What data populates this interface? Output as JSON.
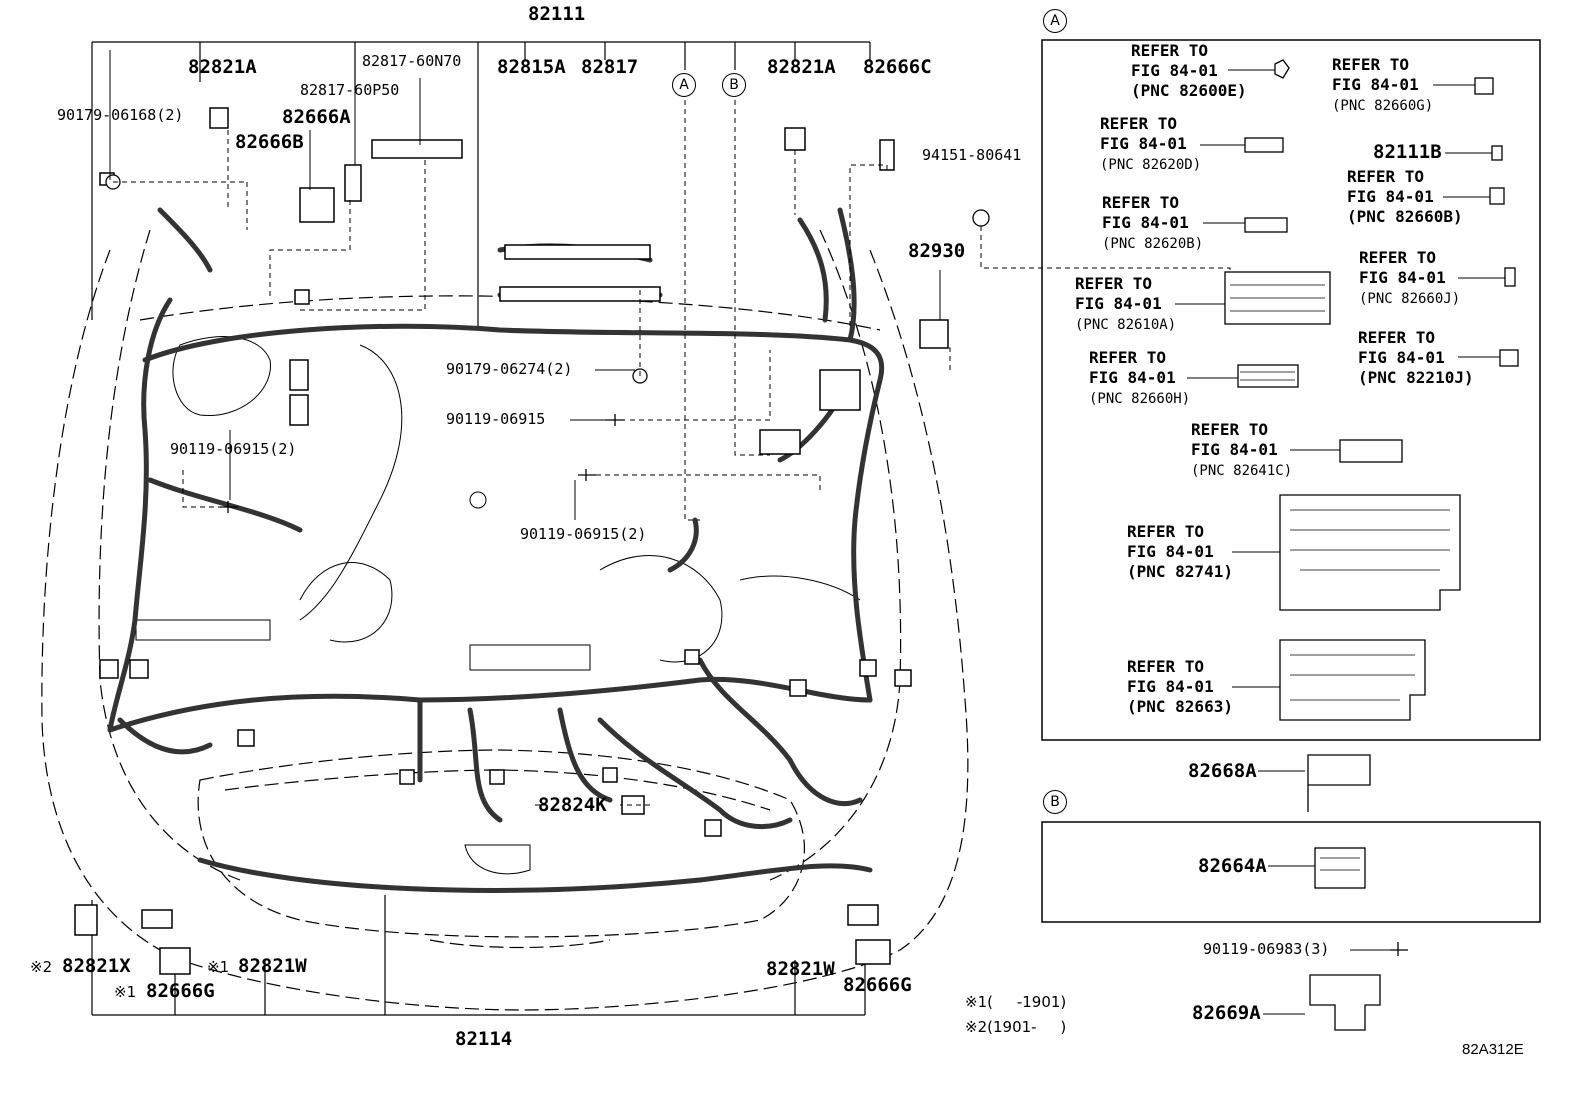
{
  "top_part": "82111",
  "bottom_part": "82114",
  "image_code": "82A312E",
  "callouts": {
    "a": "A",
    "b": "B"
  },
  "left_labels": {
    "p82821A_left": "82821A",
    "p90179_06168": "90179-06168(2)",
    "p82666B": "82666B",
    "p82817_60P50": "82817-60P50",
    "p82666A": "82666A",
    "p82817_60N70": "82817-60N70",
    "p82815A": "82815A",
    "p82817": "82817",
    "p82821A_right": "82821A",
    "p82666C": "82666C",
    "p94151_80641": "94151-80641",
    "p82930": "82930",
    "p90179_06274": "90179-06274(2)",
    "p90119_06915_a": "90119-06915",
    "p90119_06915_b": "90119-06915(2)",
    "p90119_06915_c": "90119-06915(2)",
    "p82824K": "82824K",
    "p82821X": "82821X",
    "p82821W_left": "82821W",
    "p82666G_left": "82666G",
    "p82821W_right": "82821W",
    "p82666G_right": "82666G",
    "mark2_x": "※2",
    "mark1_w": "※1",
    "mark1_g": "※1"
  },
  "box_a_refs": [
    {
      "l1": "REFER TO",
      "l2": "FIG 84-01",
      "pnc": "(PNC 82600E)"
    },
    {
      "l1": "REFER TO",
      "l2": "FIG 84-01",
      "pnc": "(PNC 82660G)"
    },
    {
      "l1": "REFER TO",
      "l2": "FIG 84-01",
      "pnc": "(PNC 82620D)"
    },
    {
      "l1": "REFER TO",
      "l2": "FIG 84-01",
      "pnc": "(PNC 82660B)"
    },
    {
      "l1": "REFER TO",
      "l2": "FIG 84-01",
      "pnc": "(PNC 82620B)"
    },
    {
      "l1": "REFER TO",
      "l2": "FIG 84-01",
      "pnc": "(PNC 82660J)"
    },
    {
      "l1": "REFER TO",
      "l2": "FIG 84-01",
      "pnc": "(PNC 82610A)"
    },
    {
      "l1": "REFER TO",
      "l2": "FIG 84-01",
      "pnc": "(PNC 82210J)"
    },
    {
      "l1": "REFER TO",
      "l2": "FIG 84-01",
      "pnc": "(PNC 82660H)"
    },
    {
      "l1": "REFER TO",
      "l2": "FIG 84-01",
      "pnc": "(PNC 82641C)"
    },
    {
      "l1": "REFER TO",
      "l2": "FIG 84-01",
      "pnc": "(PNC 82741)"
    },
    {
      "l1": "REFER TO",
      "l2": "FIG 84-01",
      "pnc": "(PNC 82663)"
    }
  ],
  "box_a_part": "82111B",
  "right_parts": {
    "p82668A": "82668A",
    "p82664A": "82664A",
    "p90119_06983": "90119-06983(3)",
    "p82669A": "82669A"
  },
  "notes": [
    {
      "mark": "※1",
      "range": "(     -1901)"
    },
    {
      "mark": "※2",
      "range": "(1901-     )"
    }
  ]
}
